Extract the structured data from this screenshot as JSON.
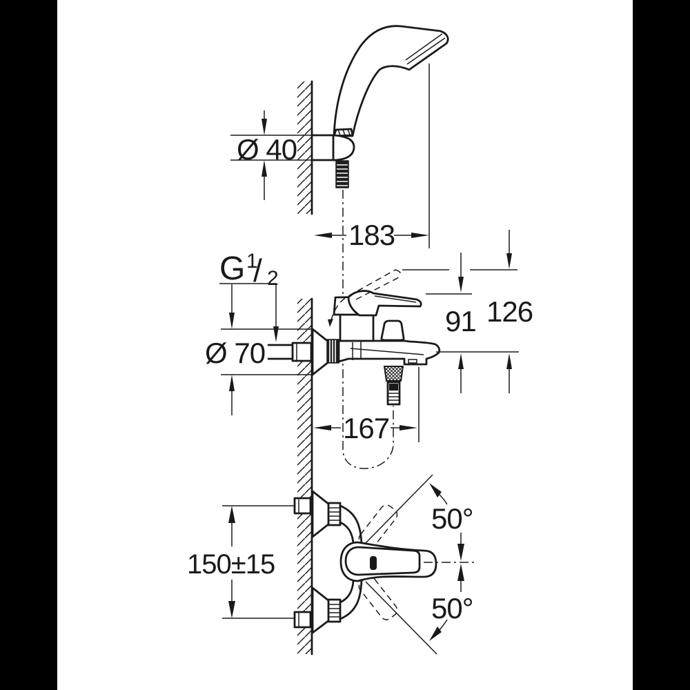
{
  "canvas": {
    "background": "#ffffff",
    "matte": "#000000",
    "line_color": "#1a1a1a"
  },
  "labels": {
    "holder_diameter": "Ø 40",
    "holder_offset": "183",
    "thread_prefix": "G",
    "thread_numerator": "1",
    "thread_slash": "/",
    "thread_denominator": "2",
    "body_height": "91",
    "lever_height": "126",
    "escutcheon_diameter": "Ø 70",
    "spout_projection": "167",
    "inlet_distance": "150±15",
    "swivel_angle_upper": "50°",
    "swivel_angle_lower": "50°"
  }
}
